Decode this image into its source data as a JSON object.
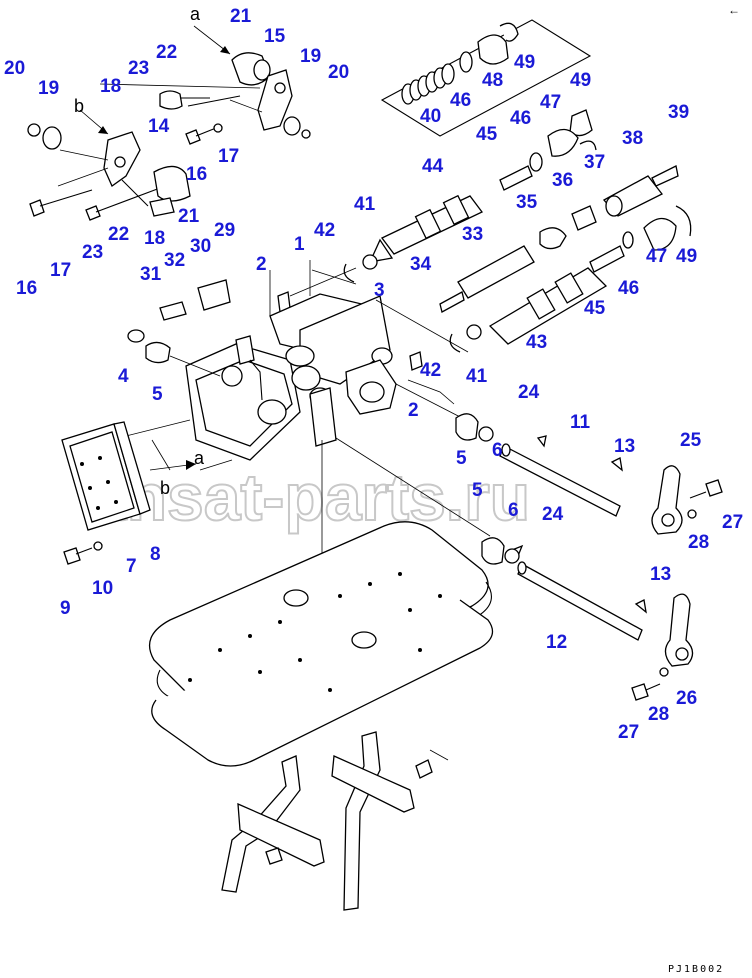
{
  "drawing_code": "PJ1B002",
  "corner_mark": "←",
  "watermark": "ansat-parts.ru",
  "callouts": [
    "20",
    "19",
    "b",
    "14",
    "18",
    "23",
    "22",
    "a",
    "21",
    "15",
    "19",
    "20",
    "17",
    "16",
    "16",
    "17",
    "21",
    "23",
    "22",
    "18",
    "40",
    "46",
    "48",
    "49",
    "45",
    "46",
    "47",
    "49",
    "44",
    "37",
    "38",
    "39",
    "36",
    "35",
    "42",
    "41",
    "1",
    "29",
    "30",
    "2",
    "32",
    "31",
    "34",
    "33",
    "47",
    "46",
    "45",
    "49",
    "3",
    "4",
    "5",
    "42",
    "41",
    "43",
    "2",
    "24",
    "11",
    "13",
    "25",
    "5",
    "6",
    "5",
    "a",
    "b",
    "27",
    "28",
    "8",
    "6",
    "24",
    "7",
    "9",
    "10",
    "13",
    "12",
    "26",
    "27",
    "28"
  ]
}
